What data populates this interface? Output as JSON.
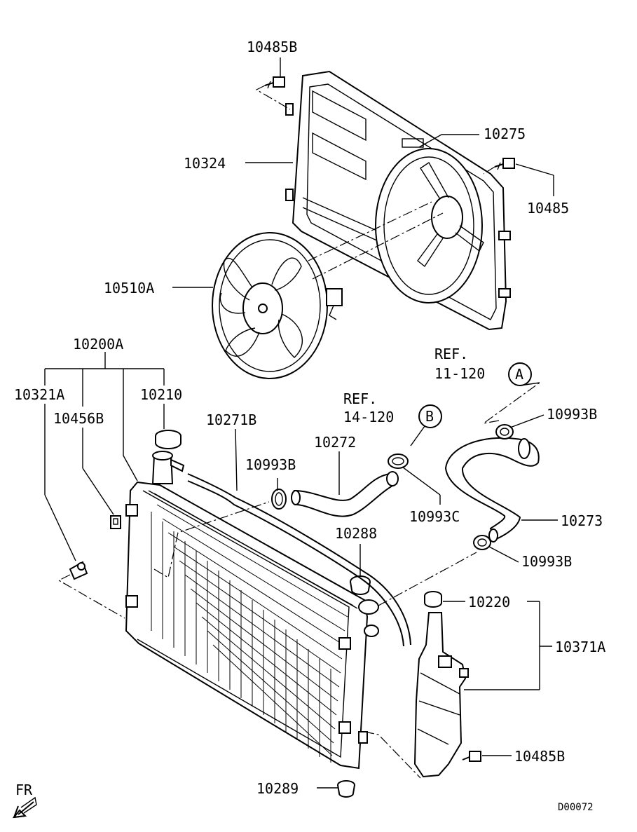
{
  "colors": {
    "ink": "#000000",
    "paper": "#ffffff"
  },
  "labels": {
    "p10485B_top": "10485B",
    "p10324": "10324",
    "p10275": "10275",
    "p10485": "10485",
    "p10510A": "10510A",
    "p10200A": "10200A",
    "p10321A": "10321A",
    "p10210": "10210",
    "p10456B": "10456B",
    "p10271B": "10271B",
    "p10993B_a": "10993B",
    "p10272": "10272",
    "p10993B_b": "10993B",
    "p10993C": "10993C",
    "p10273": "10273",
    "p10288": "10288",
    "p10993B_c": "10993B",
    "p10220": "10220",
    "p10371A": "10371A",
    "p10485B_bottom": "10485B",
    "p10289": "10289"
  },
  "refs": {
    "ref_a_line1": "REF.",
    "ref_a_line2": "11-120",
    "ref_a_marker": "A",
    "ref_b_line1": "REF.",
    "ref_b_line2": "14-120",
    "ref_b_marker": "B"
  },
  "orientation": {
    "text": "FR",
    "icon": "front-arrow-icon"
  },
  "diagram_code": "D00072"
}
